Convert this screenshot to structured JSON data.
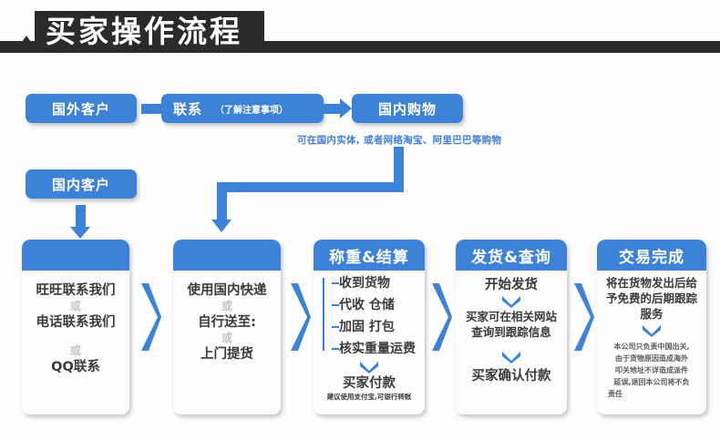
{
  "header": {
    "title": "买家操作流程",
    "bar_color": "#2b2b2b",
    "text_color": "#ffffff"
  },
  "theme": {
    "accent": "#3c82d8",
    "caption_text": "#3f7ed8",
    "card_bg": "#fdfdfd",
    "page_bg": "#fdfdfd"
  },
  "flow": {
    "top_row": [
      {
        "label": "国外客户",
        "sub": ""
      },
      {
        "label": "联系",
        "sub": "（了解注意事项）"
      },
      {
        "label": "国内购物",
        "sub": ""
      }
    ],
    "caption": "可在国内实体, 或者网络淘宝、阿里巴巴等购物",
    "second_row": [
      {
        "label": "国内客户",
        "sub": ""
      }
    ]
  },
  "cards": [
    {
      "title": "",
      "lines": [
        {
          "text": "旺旺联系我们",
          "style": "main"
        },
        {
          "text": "或",
          "style": "or"
        },
        {
          "text": "电话联系我们",
          "style": "main"
        },
        {
          "text": "或",
          "style": "or"
        },
        {
          "text": "QQ联系",
          "style": "main"
        }
      ]
    },
    {
      "title": "",
      "lines": [
        {
          "text": "使用国内快递",
          "style": "main"
        },
        {
          "text": "或",
          "style": "or"
        },
        {
          "text": "自行送至:",
          "style": "main"
        },
        {
          "text": "或",
          "style": "or"
        },
        {
          "text": "上门提货",
          "style": "main"
        }
      ]
    },
    {
      "title": "称重&结算",
      "bracket_items": [
        "收到货物",
        "代收 仓储",
        "加固 打包",
        "核实重量运费"
      ],
      "footer_main": "买家付款",
      "footer_note": "建议使用支付宝,可银行转账"
    },
    {
      "title": "发货&查询",
      "lines": [
        {
          "text": "开始发货",
          "style": "main"
        },
        {
          "text": "买家可在相关网站",
          "style": "main"
        },
        {
          "text": "查询到跟踪信息",
          "style": "main"
        },
        {
          "text": "买家确认付款",
          "style": "main"
        }
      ]
    },
    {
      "title": "交易完成",
      "lead_1": "将在货物发出后给",
      "lead_2": "予免费的后期跟踪服务",
      "note_lines": [
        "本公司只负责中国出关,",
        "由于货物原因造成海外",
        "叩关地址不详造成派件",
        "延误,退回本公司将不负",
        "责任"
      ]
    }
  ],
  "icons": {
    "arrow_right": "arrow-right-icon",
    "arrow_down": "arrow-down-icon",
    "chevron_right": "chevron-right-icon",
    "chevron_down": "chevron-down-icon",
    "elbow": "elbow-connector-icon"
  }
}
